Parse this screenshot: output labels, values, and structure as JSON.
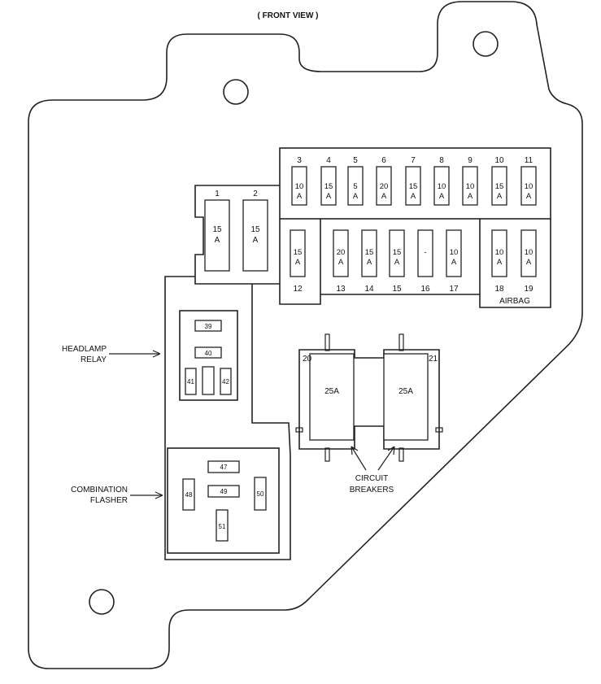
{
  "title": "( FRONT VIEW )",
  "upper_fuses": [
    {
      "num": "3",
      "rating": [
        "10",
        "A"
      ]
    },
    {
      "num": "4",
      "rating": [
        "15",
        "A"
      ]
    },
    {
      "num": "5",
      "rating": [
        "5",
        "A"
      ]
    },
    {
      "num": "6",
      "rating": [
        "20",
        "A"
      ]
    },
    {
      "num": "7",
      "rating": [
        "15",
        "A"
      ]
    },
    {
      "num": "8",
      "rating": [
        "10",
        "A"
      ]
    },
    {
      "num": "9",
      "rating": [
        "10",
        "A"
      ]
    },
    {
      "num": "10",
      "rating": [
        "15",
        "A"
      ]
    },
    {
      "num": "11",
      "rating": [
        "10",
        "A"
      ]
    }
  ],
  "side_fuses": [
    {
      "num": "1",
      "rating": [
        "15",
        "A"
      ]
    },
    {
      "num": "2",
      "rating": [
        "15",
        "A"
      ]
    }
  ],
  "lower_fuses": [
    {
      "num": "12",
      "rating": [
        "15",
        "A"
      ]
    },
    {
      "num": "13",
      "rating": [
        "20",
        "A"
      ]
    },
    {
      "num": "14",
      "rating": [
        "15",
        "A"
      ]
    },
    {
      "num": "15",
      "rating": [
        "15",
        "A"
      ]
    },
    {
      "num": "16",
      "rating": [
        "-",
        ""
      ]
    },
    {
      "num": "17",
      "rating": [
        "10",
        "A"
      ]
    },
    {
      "num": "18",
      "rating": [
        "10",
        "A"
      ]
    },
    {
      "num": "19",
      "rating": [
        "10",
        "A"
      ]
    }
  ],
  "airbag_label": "AIRBAG",
  "breakers": [
    {
      "num": "20",
      "rating": "25A"
    },
    {
      "num": "21",
      "rating": "25A"
    }
  ],
  "circuit_breakers_label": [
    "CIRCUIT",
    "BREAKERS"
  ],
  "headlamp_relay": {
    "label": [
      "HEADLAMP",
      "RELAY"
    ],
    "terminals": [
      "39",
      "40",
      "41",
      "42"
    ]
  },
  "combination_flasher": {
    "label": [
      "COMBINATION",
      "FLASHER"
    ],
    "terminals": [
      "47",
      "48",
      "49",
      "50",
      "51"
    ]
  }
}
